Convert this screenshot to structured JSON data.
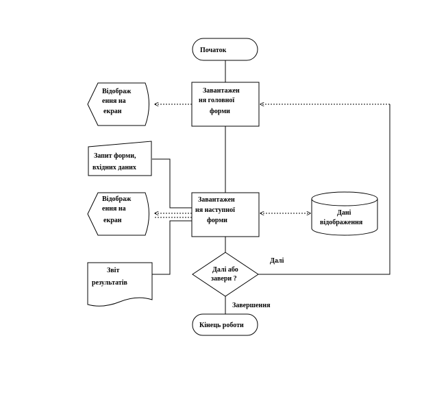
{
  "diagram": {
    "start": "Початок",
    "load_main": [
      "Завантажен",
      "ня   головної",
      "форми"
    ],
    "display_1": [
      "Відображ",
      "ення на",
      "екран"
    ],
    "request": [
      "Запит форми,",
      "вхідних  даних"
    ],
    "load_next": [
      "Завантажен",
      "ня   наступної",
      "форми"
    ],
    "display_2": [
      "Відображ",
      "ення на",
      "екран"
    ],
    "db": [
      "Дані",
      "відображення"
    ],
    "decision": [
      "Далі або",
      "завери  ?"
    ],
    "next_label": "Далі",
    "finish_label": "Завершення",
    "report": [
      "Звіт",
      "результатів"
    ],
    "end": "Кінець роботи"
  }
}
